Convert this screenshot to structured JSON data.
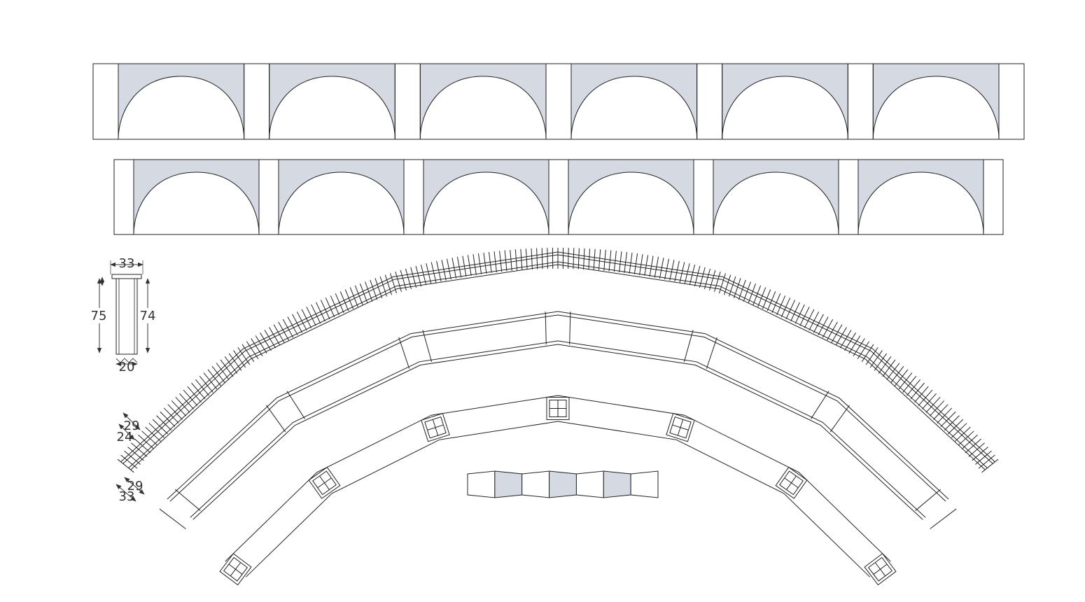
{
  "colors": {
    "background": "#ffffff",
    "line": "#222222",
    "fill_shaded": "#d4d9e2",
    "dim_text": "#333333"
  },
  "arch_walls": {
    "top_row_arch_count": 6,
    "second_row_arch_count": 6
  },
  "section_dimensions": {
    "top_width": "33",
    "height_left": "75",
    "height_right": "74",
    "bottom_width": "20"
  },
  "track_dimensions": {
    "outer": "29",
    "inner": "24"
  },
  "bridge_deck_dimensions": {
    "inner": "29",
    "outer": "33"
  },
  "piece_strip": {
    "segment_count": 7,
    "shaded_segments": [
      1,
      3,
      5
    ]
  }
}
